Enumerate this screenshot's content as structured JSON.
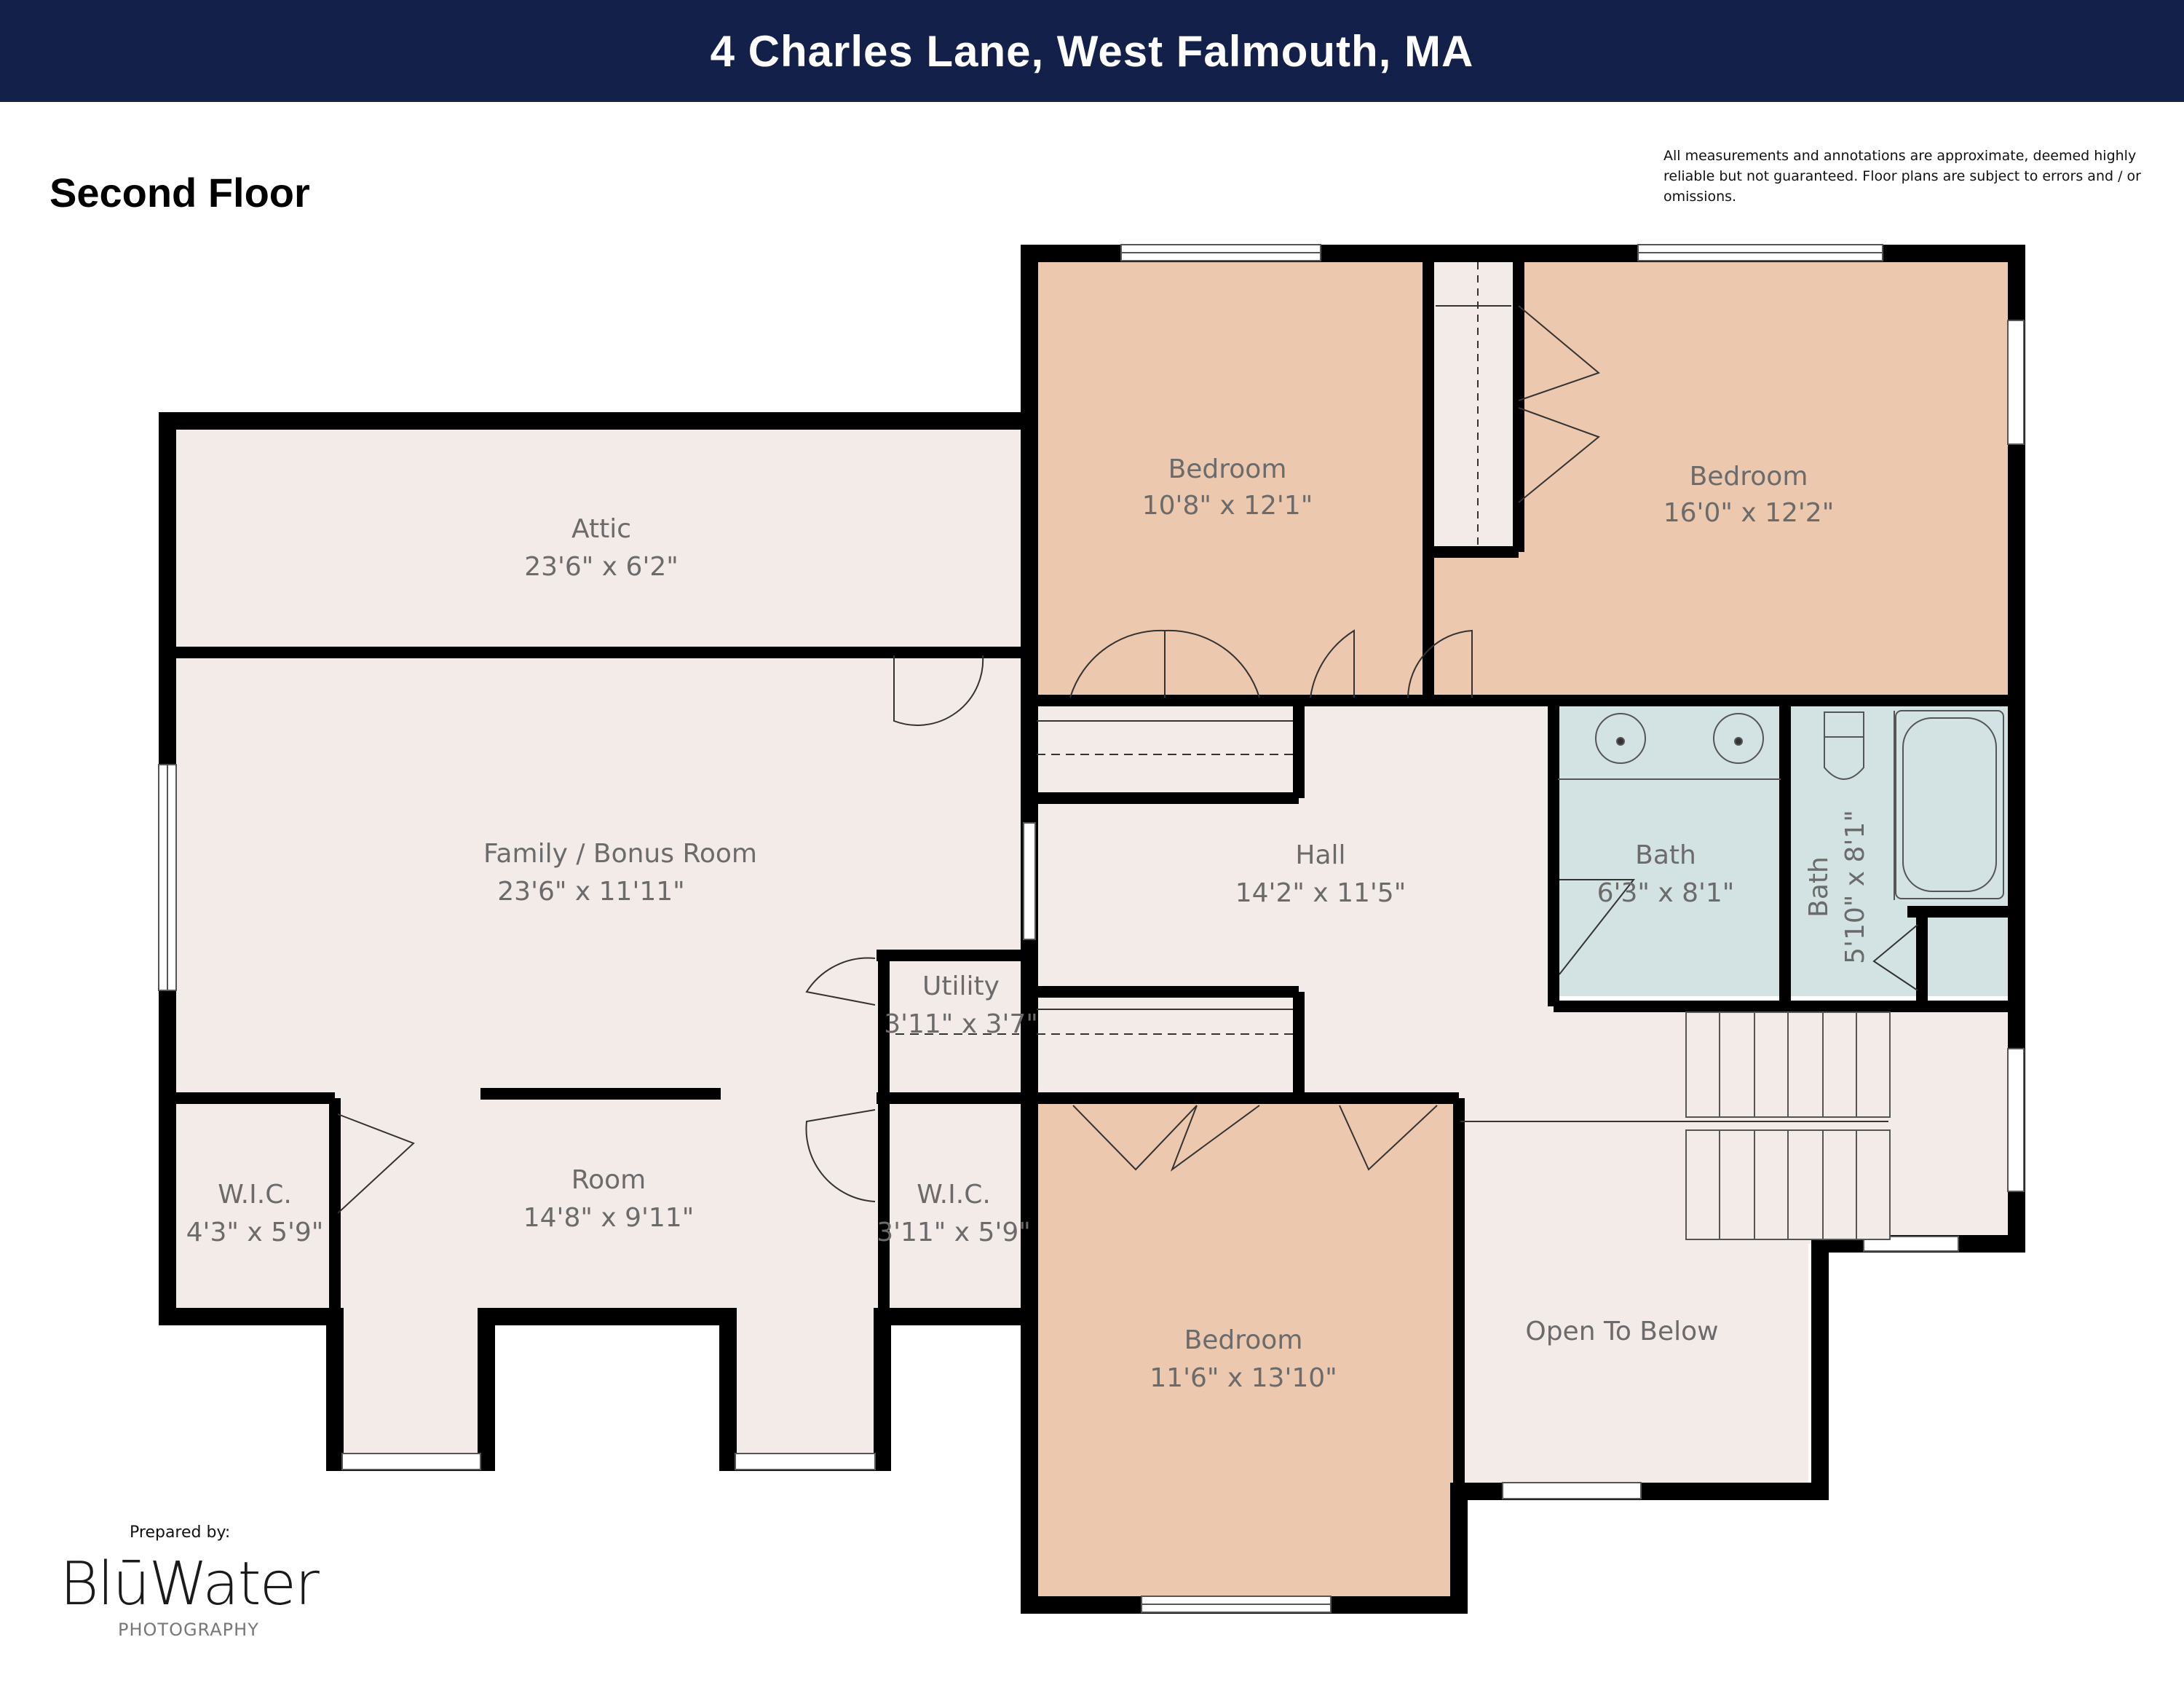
{
  "header": {
    "title": "4 Charles Lane, West Falmouth, MA"
  },
  "floor": {
    "title": "Second Floor"
  },
  "disclaimer": "All measurements and annotations are approximate, deemed highly reliable but not guaranteed. Floor plans are subject to errors and / or omissions.",
  "rooms": {
    "attic": {
      "name": "Attic",
      "dims": "23'6\" x 6'2\""
    },
    "bedroom1": {
      "name": "Bedroom",
      "dims": "10'8\" x 12'1\""
    },
    "bedroom2": {
      "name": "Bedroom",
      "dims": "16'0\" x 12'2\""
    },
    "family": {
      "name": "Family / Bonus Room",
      "dims": "23'6\" x 11'11\""
    },
    "hall": {
      "name": "Hall",
      "dims": "14'2\" x 11'5\""
    },
    "bath1": {
      "name": "Bath",
      "dims": "6'3\" x 8'1\""
    },
    "bath2": {
      "name": "Bath",
      "dims": "5'10\" x 8'1\""
    },
    "utility": {
      "name": "Utility",
      "dims": "3'11\" x 3'7\""
    },
    "wic1": {
      "name": "W.I.C.",
      "dims": "4'3\" x 5'9\""
    },
    "room": {
      "name": "Room",
      "dims": "14'8\" x 9'11\""
    },
    "wic2": {
      "name": "W.I.C.",
      "dims": "3'11\" x 5'9\""
    },
    "bedroom3": {
      "name": "Bedroom",
      "dims": "11'6\" x 13'10\""
    },
    "open": {
      "name": "Open To Below"
    }
  },
  "credits": {
    "prepared_by": "Prepared by:",
    "logo_word": "BlūWater",
    "logo_sub": "PHOTOGRAPHY"
  },
  "colors": {
    "header_bg": "#13204a",
    "bedroom_fill": "#ebc8ae",
    "room_fill": "#f3ebe8",
    "bath_fill": "#d3e2e2",
    "wall": "#000000"
  }
}
